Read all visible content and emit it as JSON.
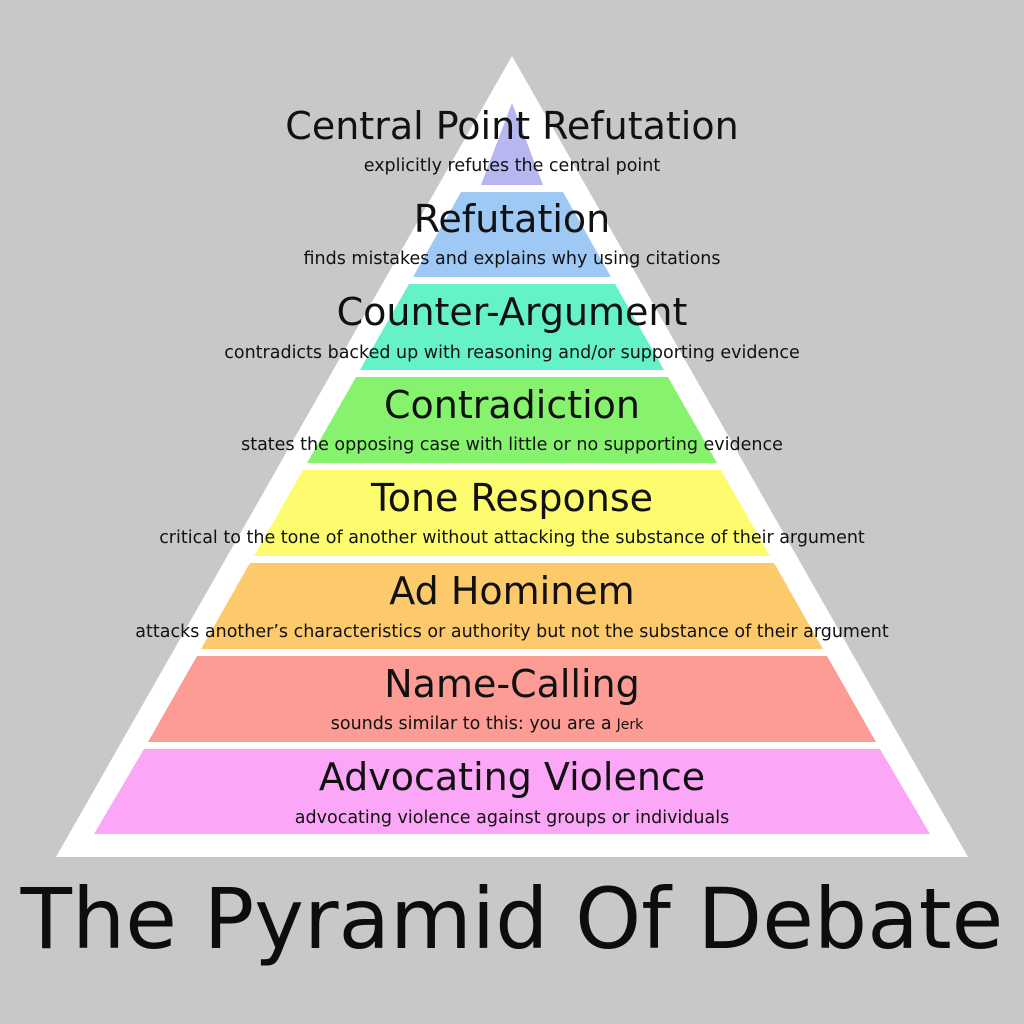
{
  "title": "The Pyramid Of Debate",
  "colors": {
    "background": "#c8c8c8",
    "pyramid_outline": "#ffffff",
    "text": "#111111"
  },
  "tiers": [
    {
      "title": "Central Point Refutation",
      "description": "explicitly refutes the central point",
      "color": "#b6b6f0"
    },
    {
      "title": "Refutation",
      "description": "finds mistakes and explains why using citations",
      "color": "#9ec9f5"
    },
    {
      "title": "Counter-Argument",
      "description": "contradicts backed up with reasoning and/or supporting evidence",
      "color": "#66f2c8"
    },
    {
      "title": "Contradiction",
      "description": "states the opposing case with little or no supporting evidence",
      "color": "#86f26e"
    },
    {
      "title": "Tone Response",
      "description": "critical to the tone of another without attacking the substance of their argument",
      "color": "#fcfc6e"
    },
    {
      "title": "Ad Hominem",
      "description": "attacks another’s characteristics or authority but not the substance of their argument",
      "color": "#fcca6a"
    },
    {
      "title": "Name-Calling",
      "description_main": "sounds similar to this: you are a",
      "description_small": "Jerk",
      "color": "#fc9c94"
    },
    {
      "title": "Advocating Violence",
      "description": "advocating violence against groups or individuals",
      "color": "#fca6f8"
    }
  ]
}
